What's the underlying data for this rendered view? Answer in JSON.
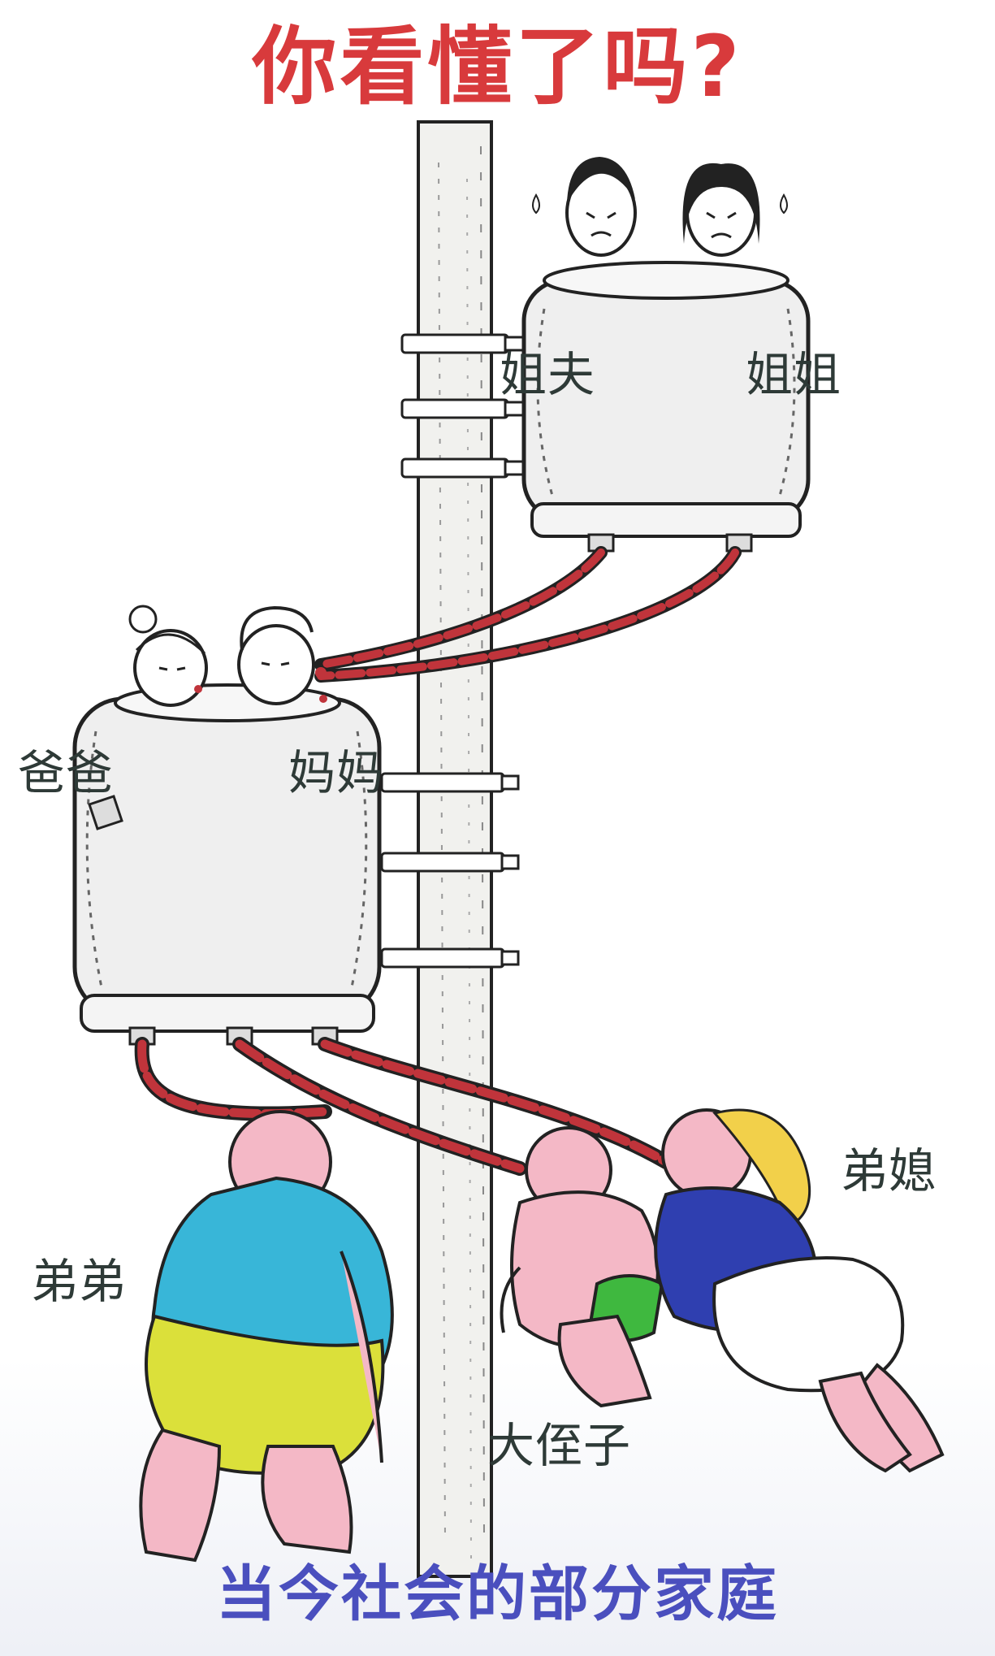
{
  "title": "你看懂了吗?",
  "caption": "当今社会的部分家庭",
  "labels": {
    "brother_in_law": "姐夫",
    "sister": "姐姐",
    "father": "爸爸",
    "mother": "妈妈",
    "brother": "弟弟",
    "brothers_wife": "弟媳",
    "nephew": "大侄子"
  },
  "colors": {
    "title": "#d83a3c",
    "caption": "#4a4fbe",
    "label": "#2e3a37",
    "pipe": "#c0343b",
    "skin": "#f4b8c6",
    "brother_shirt": "#38b6d8",
    "brother_shorts": "#dbe03a",
    "wife_shirt": "#2f3fb0",
    "wife_hair": "#f2d04a",
    "nephew_shorts": "#3fb83f"
  }
}
